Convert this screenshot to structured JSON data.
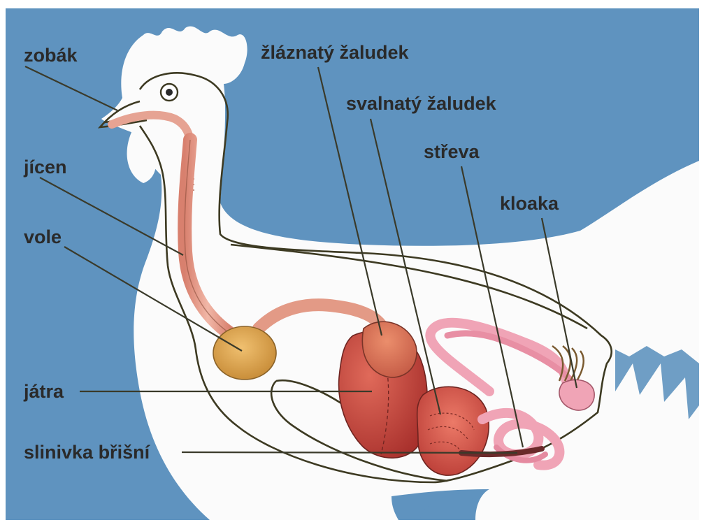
{
  "labels": {
    "beak": "zobák",
    "esophagus": "jícen",
    "crop": "vole",
    "liver": "játra",
    "pancreas": "slinivka břišní",
    "proventriculus": "žláznatý žaludek",
    "gizzard": "svalnatý žaludek",
    "intestines": "střeva",
    "cloaca": "kloaka"
  },
  "colors": {
    "sky": "#5f93bf",
    "bird": "#fbfbfb",
    "tract": "#e6a393",
    "crop": "#d9a24c",
    "liver": "#c2443c",
    "gizzard": "#cf5148",
    "intestine": "#f0a4b6",
    "outline": "#3d3a22",
    "text": "#2a2a2a"
  }
}
